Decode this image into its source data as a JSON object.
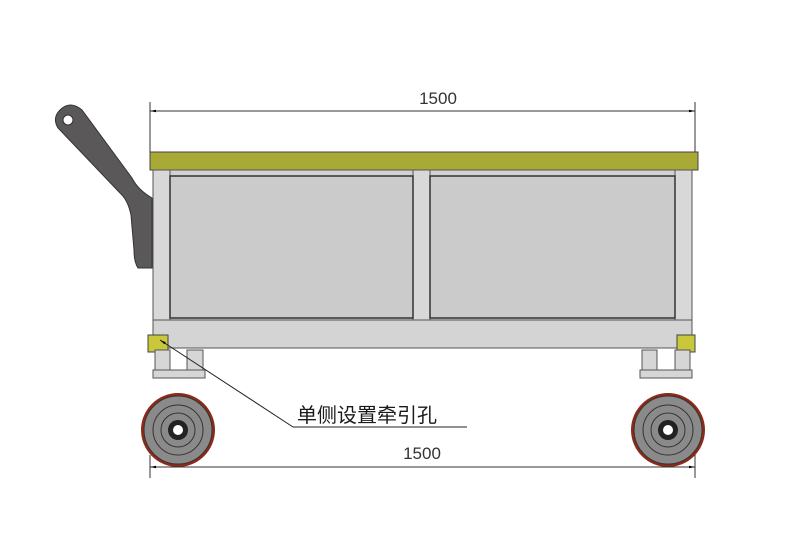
{
  "drawing": {
    "top_dimension": "1500",
    "bottom_dimension": "1500",
    "annotation": "单侧设置牵引孔",
    "colors": {
      "deck": "#a9a935",
      "frame": "#d2d2d2",
      "panel": "#cbcbcb",
      "handle": "#5a5858",
      "tow_hole_block": "#c8c83a",
      "wheel_tread": "#8b2a1a",
      "wheel_hub": "#8a8a8a"
    }
  }
}
